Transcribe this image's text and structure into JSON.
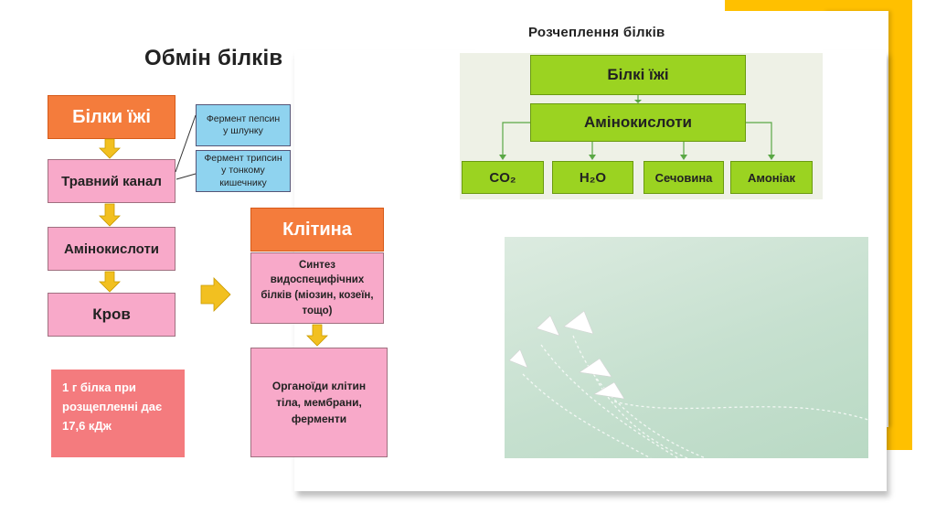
{
  "left_diagram": {
    "title": "Обмін білків",
    "food_proteins": "Білки їжі",
    "digestive_tract": "Травний канал",
    "amino_acids": "Амінокислоти",
    "blood": "Кров",
    "enzyme_pepsin": "Фермент пепсин у шлунку",
    "enzyme_trypsin": "Фермент трипсин у тонкому кишечнику",
    "energy_note": "1 г білка при розщепленні дає 17,6 кДж",
    "cell": "Клітина",
    "synthesis": "Синтез видоспецифічних білків (міозин, козеїн, тощо)",
    "organelles": "Органоїди клітин тіла, мембрани, ферменти"
  },
  "right_diagram": {
    "title": "Розчеплення білків",
    "food_proteins": "Білкі їжі",
    "amino_acids": "Амінокислоти",
    "co2": "CO₂",
    "h2o": "H₂O",
    "urea": "Сечовина",
    "ammonia": "Амоніак"
  },
  "colors": {
    "accent_yellow": "#ffc000",
    "orange": "#f47c3c",
    "pink": "#f8a9c9",
    "blue": "#8fd3ef",
    "red": "#f47b7e",
    "green": "#9bd321"
  }
}
